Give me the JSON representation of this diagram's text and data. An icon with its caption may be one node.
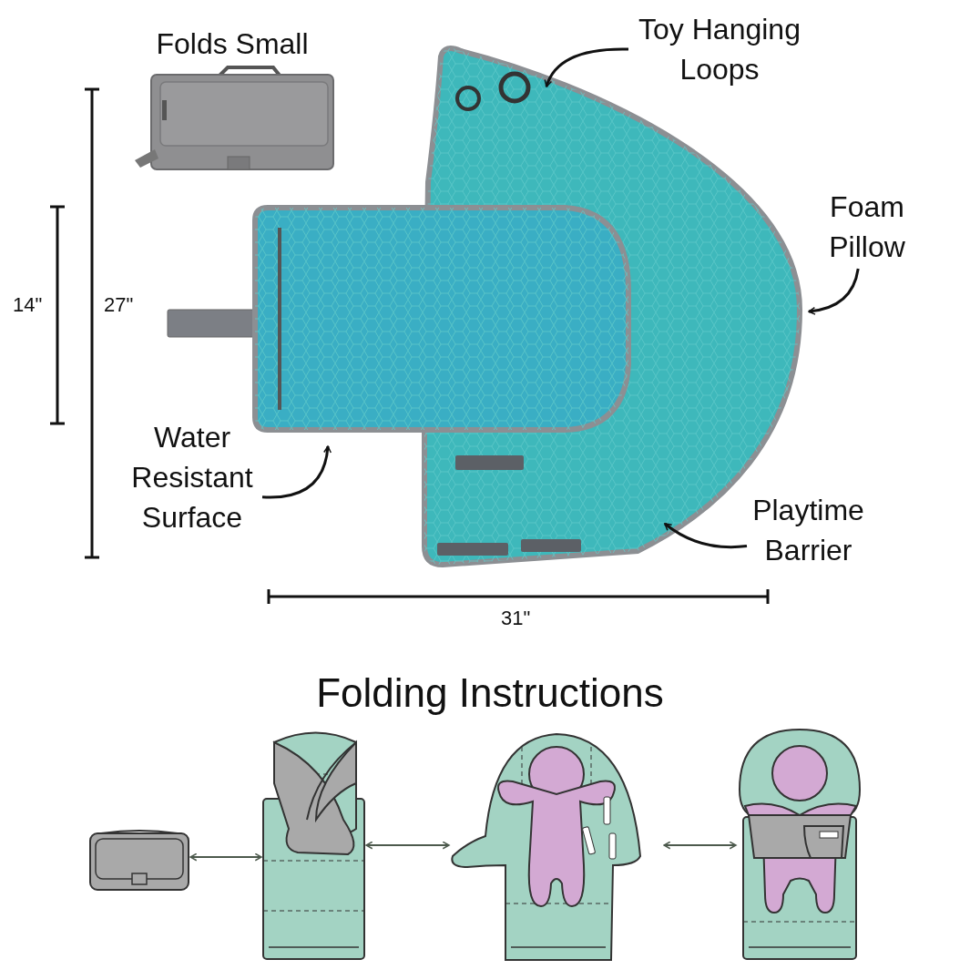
{
  "diagram": {
    "nodes": [
      {
        "text": [
          "Folds Small"
        ]
      },
      {
        "text": [
          "Toy Hanging Loops"
        ]
      },
      {
        "text": [
          "Foam Pillow"
        ]
      },
      {
        "text": [
          "Water Resistant Surface"
        ]
      },
      {
        "text": [
          "Playtime Barrier"
        ]
      },
      {
        "text": [],
        "shape": "picture"
      },
      {
        "text": [],
        "shape": "picture"
      },
      {
        "text": [],
        "shape": "picture"
      },
      {
        "text": [],
        "shape": "picture"
      }
    ],
    "edges": [
      {
        "from": 1,
        "to": null,
        "arrow": "to"
      },
      {
        "from": 2,
        "to": null,
        "arrow": "to"
      },
      {
        "from": 3,
        "to": null,
        "arrow": "to"
      },
      {
        "from": 4,
        "to": null,
        "arrow": "to"
      },
      {
        "from": 5,
        "to": 6,
        "arrow": "both"
      },
      {
        "from": 6,
        "to": 7,
        "arrow": "both"
      },
      {
        "from": 7,
        "to": 8,
        "arrow": "both"
      }
    ],
    "labels": [
      "14\"",
      "27\"",
      "31\"",
      "Folding Instructions"
    ]
  }
}
